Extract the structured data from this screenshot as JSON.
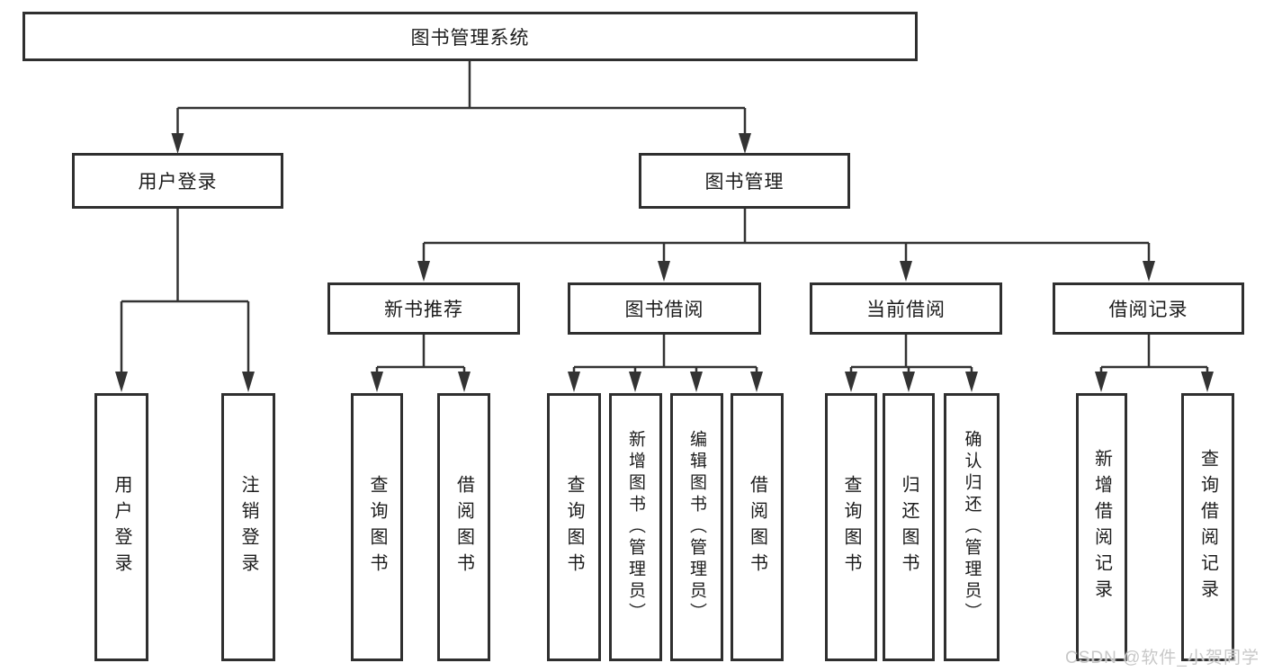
{
  "tree": {
    "label": "图书管理系统",
    "children": [
      {
        "label": "用户登录",
        "children": [
          {
            "label": "用户登录"
          },
          {
            "label": "注销登录"
          }
        ]
      },
      {
        "label": "图书管理",
        "children": [
          {
            "label": "新书推荐",
            "children": [
              {
                "label": "查询图书"
              },
              {
                "label": "借阅图书"
              }
            ]
          },
          {
            "label": "图书借阅",
            "children": [
              {
                "label": "查询图书"
              },
              {
                "label": "新增图书（管理员）"
              },
              {
                "label": "编辑图书（管理员）"
              },
              {
                "label": "借阅图书"
              }
            ]
          },
          {
            "label": "当前借阅",
            "children": [
              {
                "label": "查询图书"
              },
              {
                "label": "归还图书"
              },
              {
                "label": "确认归还（管理员）"
              }
            ]
          },
          {
            "label": "借阅记录",
            "children": [
              {
                "label": "新增借阅记录"
              },
              {
                "label": "查询借阅记录"
              }
            ]
          }
        ]
      }
    ]
  },
  "watermark": {
    "text": "CSDN @软件_小贺同学"
  },
  "colors": {
    "line": "#333333",
    "box_border": "#2f2f2f",
    "text": "#1c1c1c",
    "watermark": "#c8c8c8",
    "background": "#ffffff"
  }
}
